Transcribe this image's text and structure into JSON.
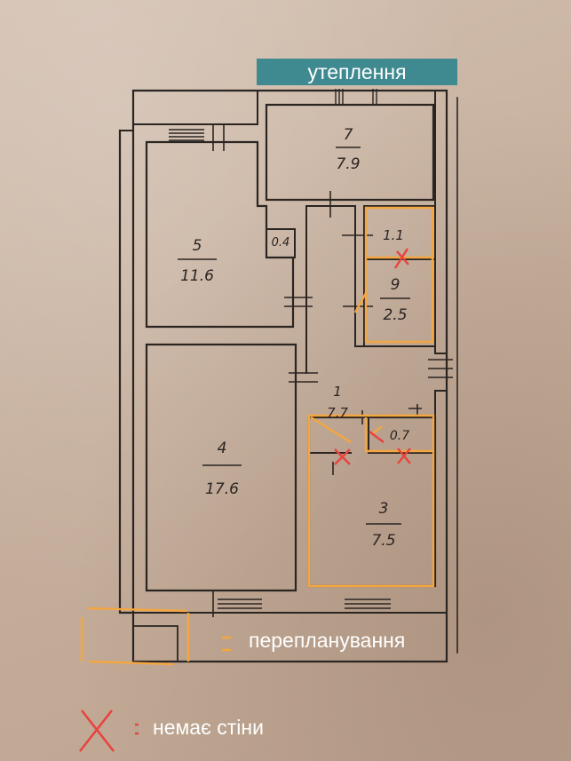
{
  "title_badge": "утеплення",
  "rooms": [
    {
      "id": "7",
      "number": "7",
      "area": "7.9"
    },
    {
      "id": "5",
      "number": "5",
      "area": "11.6"
    },
    {
      "id": "small",
      "number": "",
      "area": "0.4"
    },
    {
      "id": "1.1",
      "number": "1.1",
      "area": ""
    },
    {
      "id": "9",
      "number": "9",
      "area": "2.5"
    },
    {
      "id": "1",
      "number": "1",
      "area": "7.7"
    },
    {
      "id": "closet",
      "number": "",
      "area": "0.7"
    },
    {
      "id": "4",
      "number": "4",
      "area": "17.6"
    },
    {
      "id": "3",
      "number": "3",
      "area": "7.5"
    }
  ],
  "legend": {
    "replanning_label": "перепланування",
    "no_wall_label": "немає стіни",
    "separator": ":"
  },
  "colors": {
    "replanning": "#f4a640",
    "no_wall": "#e8433f",
    "badge": "#3f8a90"
  }
}
